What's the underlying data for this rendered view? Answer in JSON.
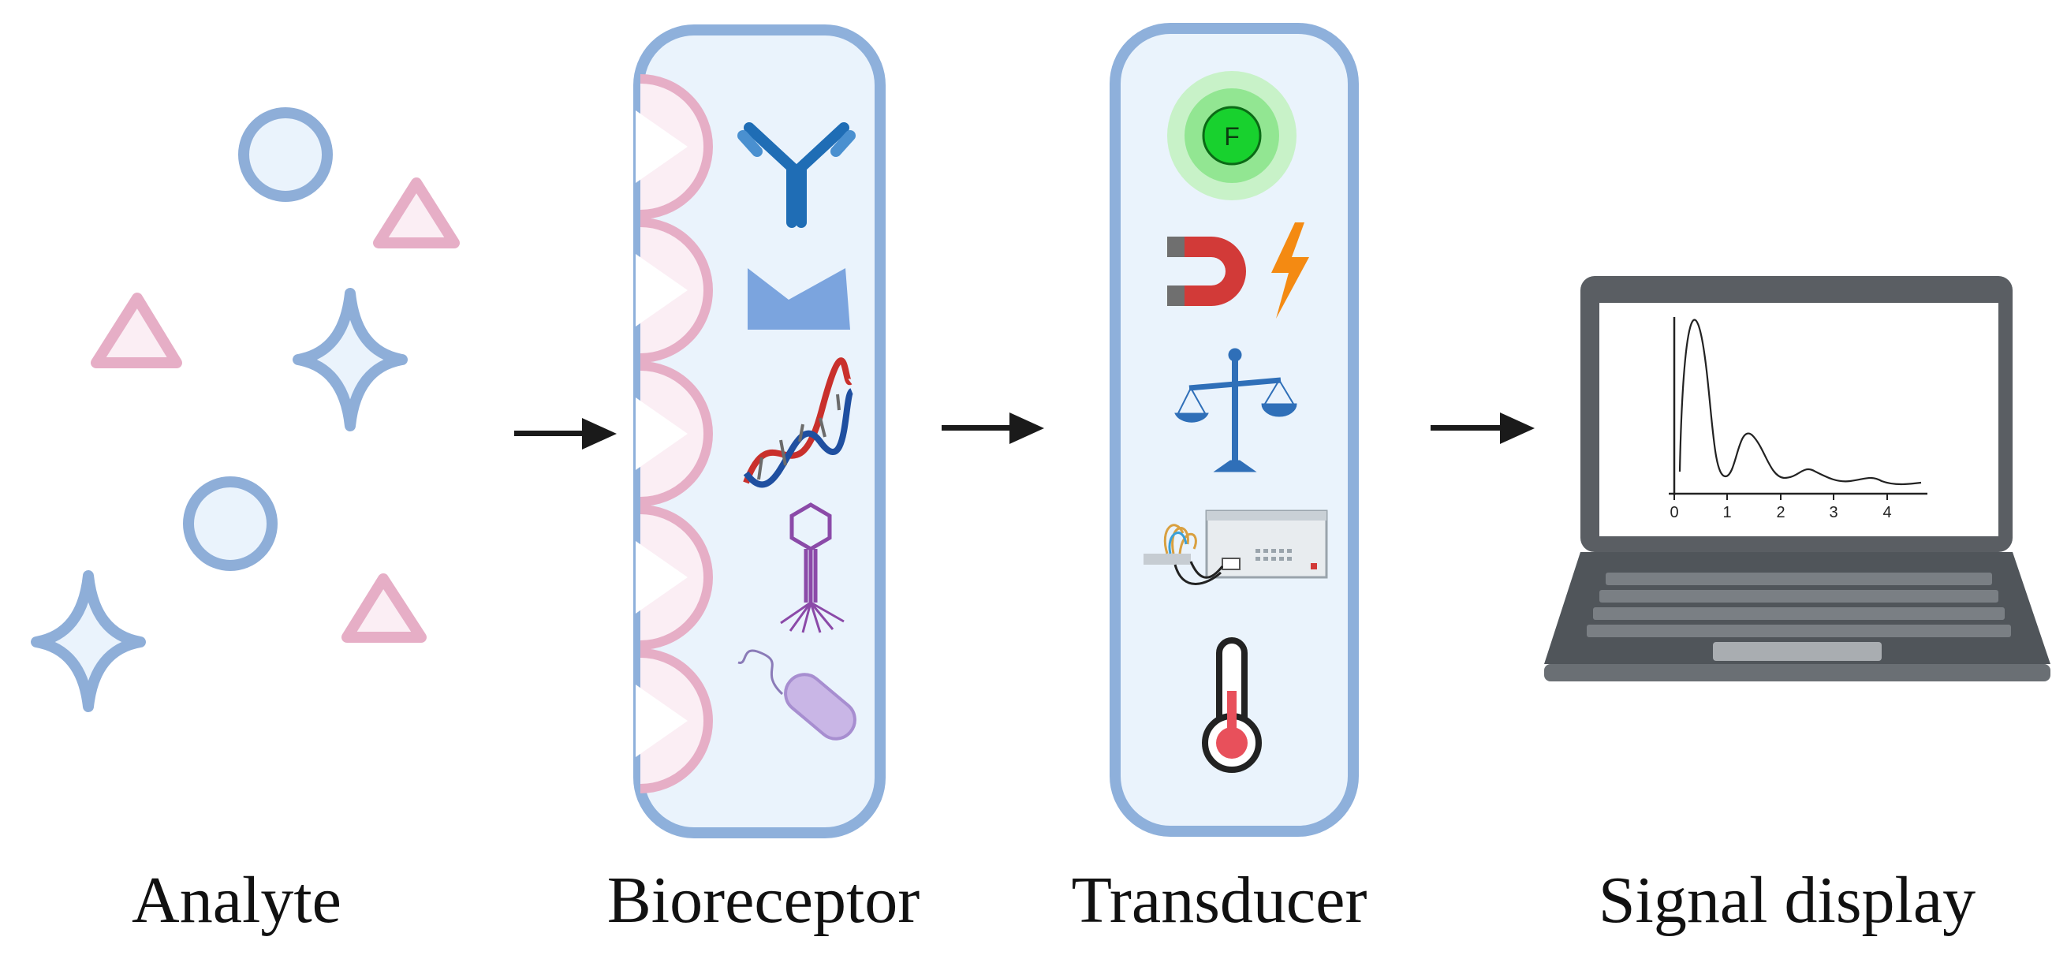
{
  "labels": {
    "analyte": "Analyte",
    "bioreceptor": "Bioreceptor",
    "transducer": "Transducer",
    "signal_display": "Signal display"
  },
  "fluorescence_marker": "F",
  "plot": {
    "x_ticks": [
      "0",
      "1",
      "2",
      "3",
      "4"
    ]
  },
  "colors": {
    "panel_border": "#8eb0db",
    "panel_fill": "#eaf3fc",
    "shape_blue": "#8eaed8",
    "shape_pink": "#e6aec6",
    "arrow": "#1a1a1a",
    "laptop_body": "#5a5e63",
    "screen": "#ffffff"
  }
}
